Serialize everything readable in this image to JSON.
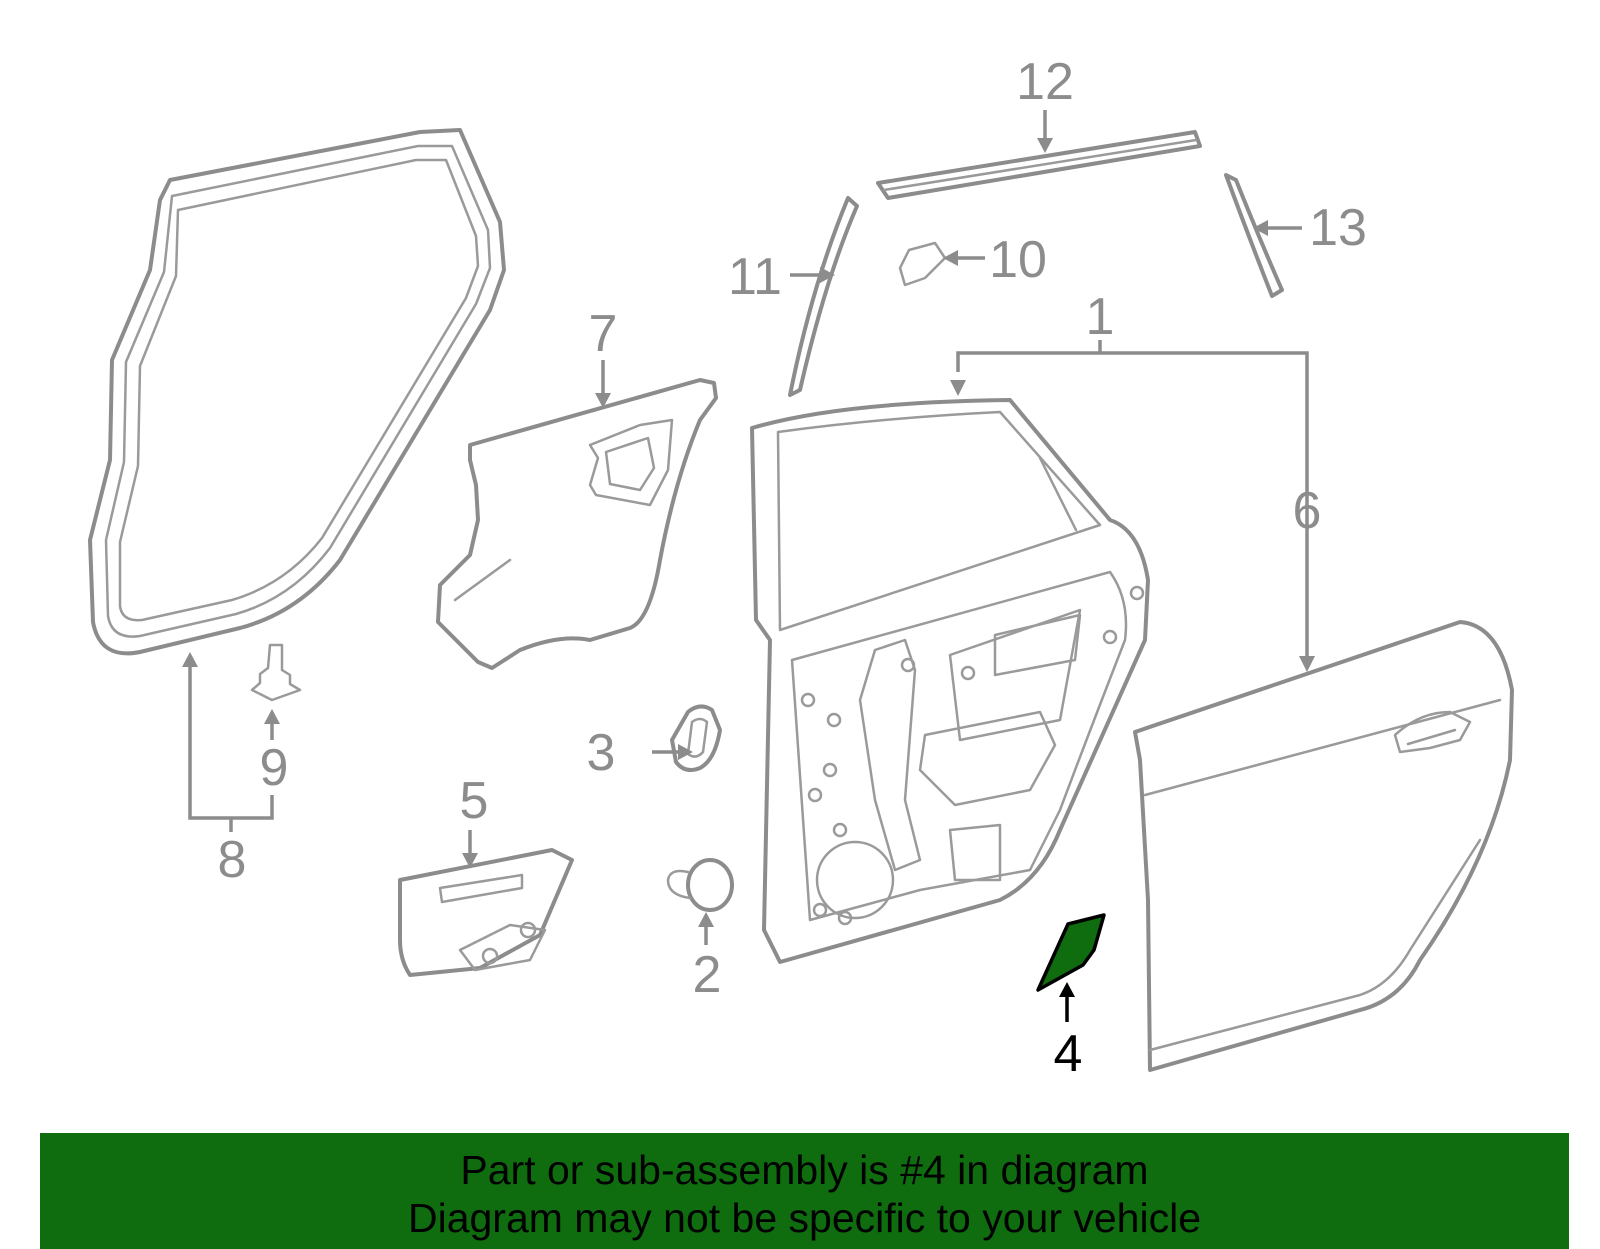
{
  "diagram": {
    "highlight_color": "#0f6d0f",
    "callouts": [
      {
        "id": "1",
        "label": "1"
      },
      {
        "id": "2",
        "label": "2"
      },
      {
        "id": "3",
        "label": "3"
      },
      {
        "id": "4",
        "label": "4",
        "highlighted": true
      },
      {
        "id": "5",
        "label": "5"
      },
      {
        "id": "6",
        "label": "6"
      },
      {
        "id": "7",
        "label": "7"
      },
      {
        "id": "8",
        "label": "8"
      },
      {
        "id": "9",
        "label": "9"
      },
      {
        "id": "10",
        "label": "10"
      },
      {
        "id": "11",
        "label": "11"
      },
      {
        "id": "12",
        "label": "12"
      },
      {
        "id": "13",
        "label": "13"
      }
    ]
  },
  "banner": {
    "line1": "Part or sub-assembly is #4 in diagram",
    "line2": "Diagram may not be specific to your vehicle",
    "background": "#0f6d0f"
  }
}
